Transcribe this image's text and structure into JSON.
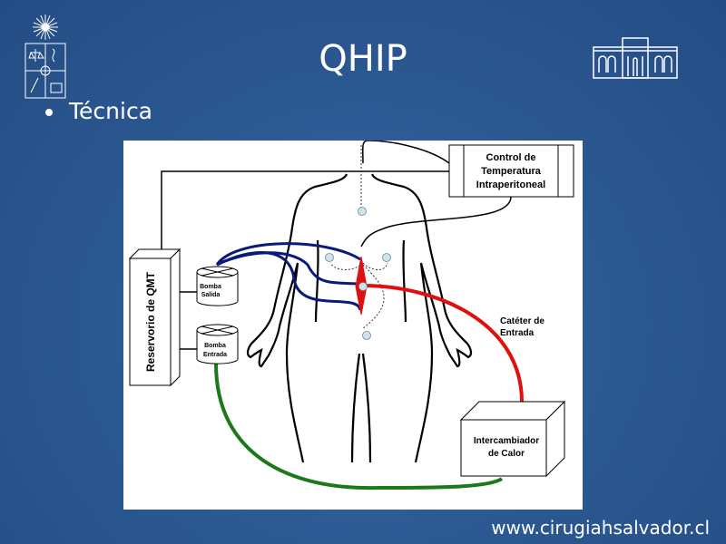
{
  "slide": {
    "title": "QHIP",
    "bullet": "Técnica",
    "footer": "www.cirugiahsalvador.cl"
  },
  "diagram": {
    "control_box": [
      "Control de",
      "Temperatura",
      "Intraperitoneal"
    ],
    "reservoir": "Reservorio de QMT",
    "pump_out": [
      "Bomba",
      "Salida"
    ],
    "pump_in": [
      "Bomba",
      "Entrada"
    ],
    "catheter": [
      "Catéter de",
      "Entrada"
    ],
    "heat_exchanger": [
      "Intercambiador",
      "de Calor"
    ],
    "colors": {
      "outflow": "#0a1a7a",
      "inflow": "#e01010",
      "return": "#1a7a1a",
      "sensor": "#cfe3ea"
    }
  }
}
